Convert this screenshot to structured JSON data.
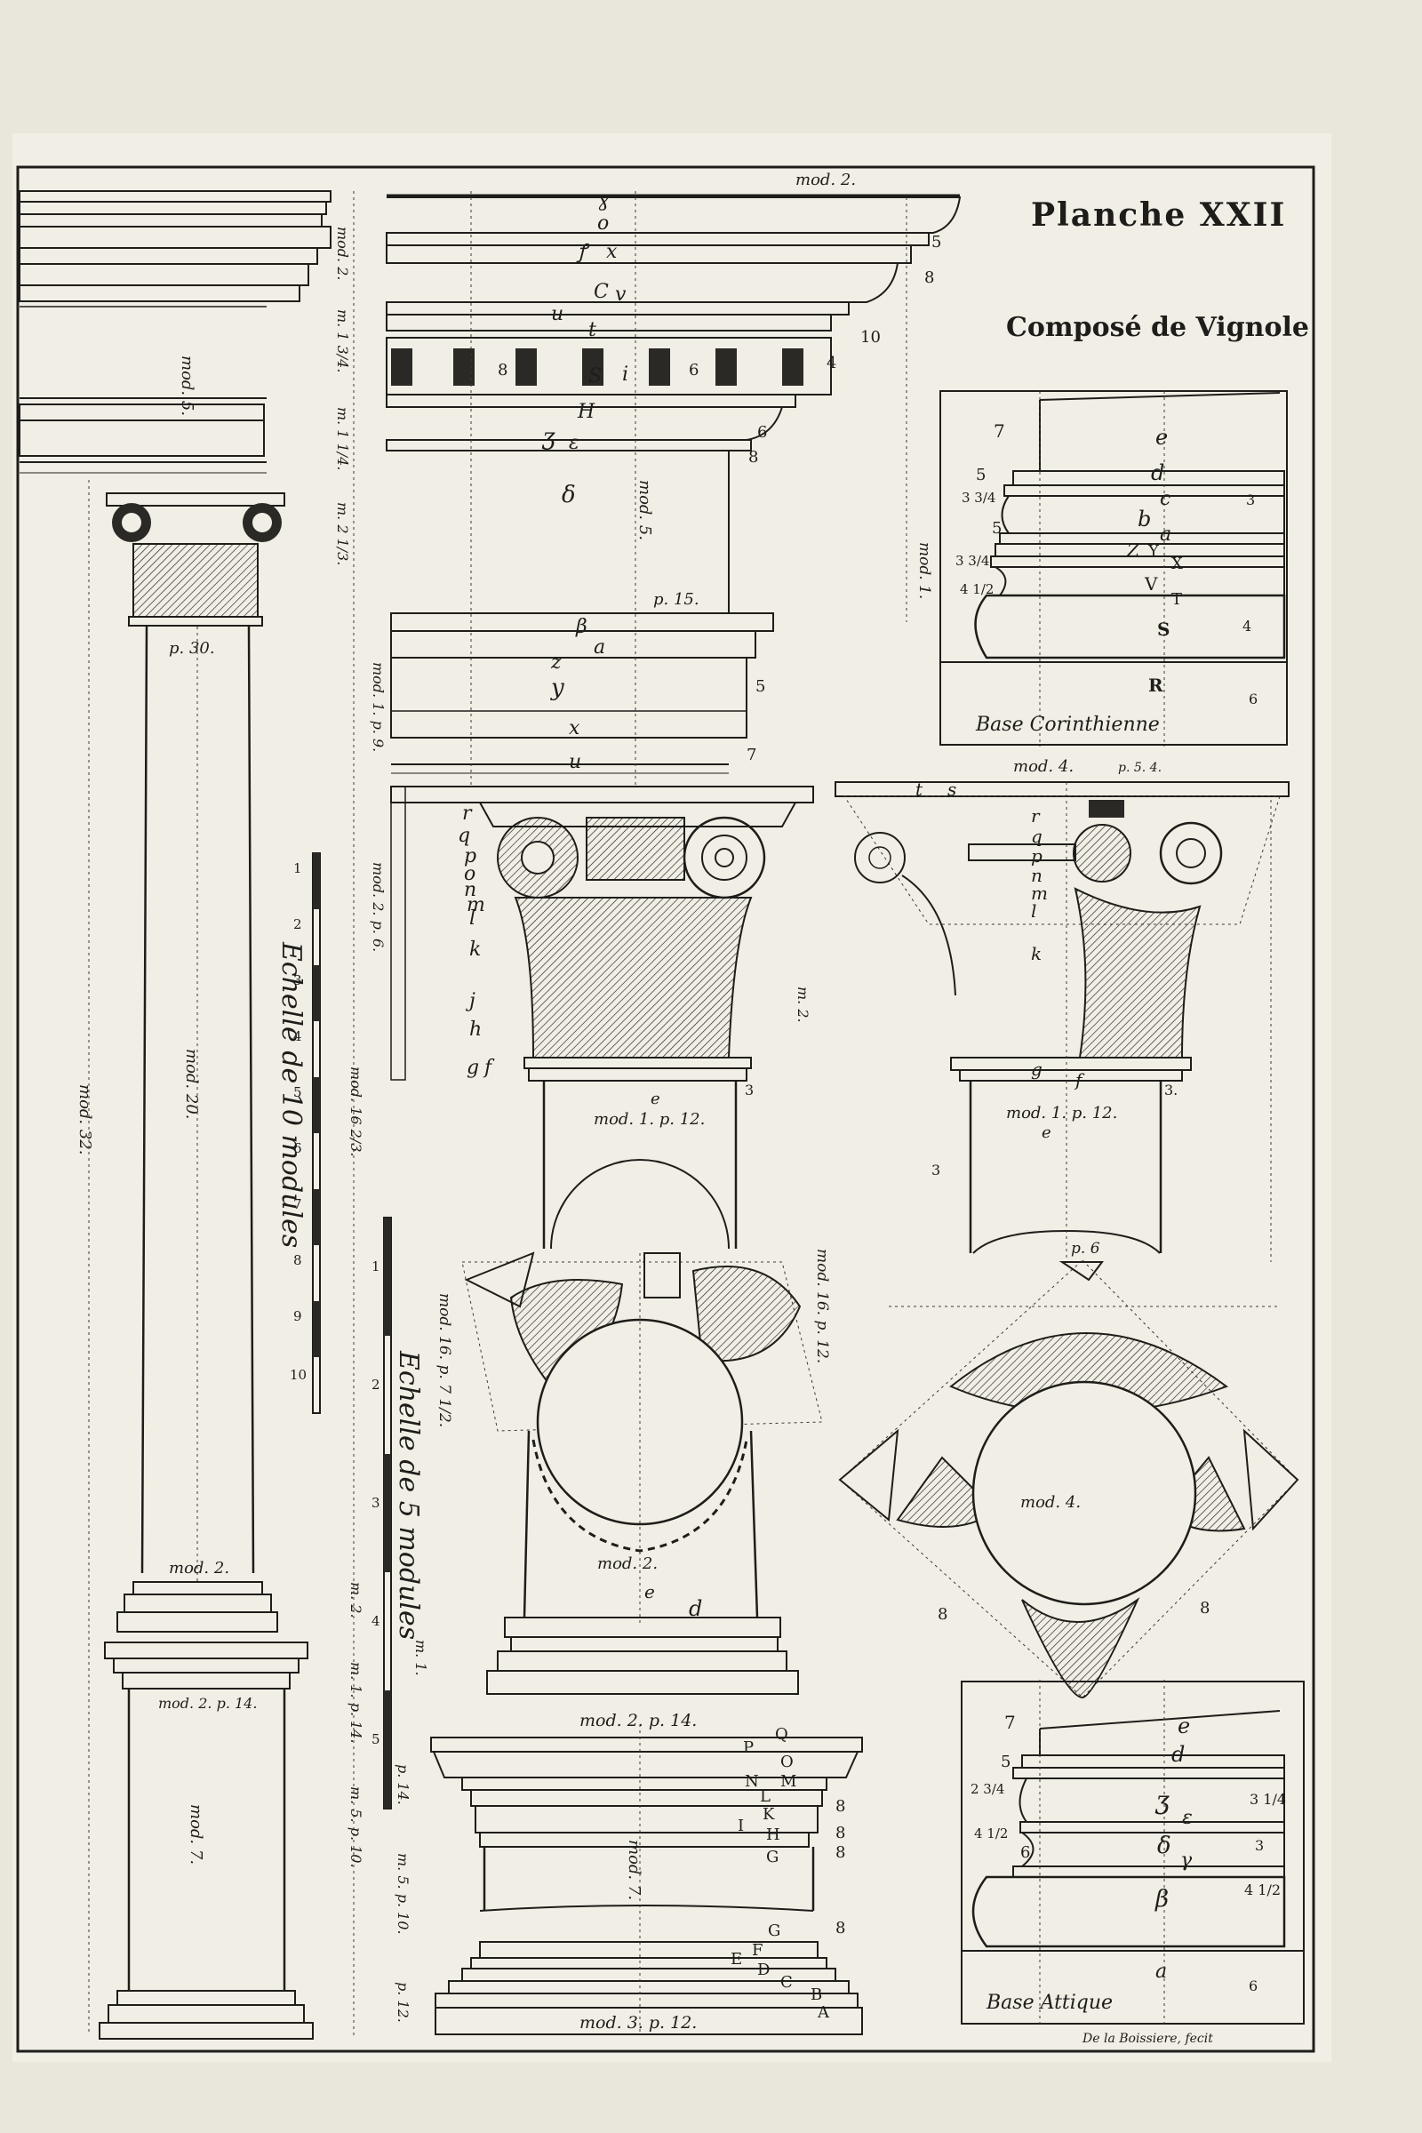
{
  "plate": {
    "title": "Planche XXII",
    "subtitle": "Composé de Vignole",
    "signature": "De la Boissiere, fecit"
  },
  "bases": {
    "corinthian": "Base Corinthienne",
    "attic": "Base Attique"
  },
  "scales": {
    "ten_modules": {
      "title": "Echelle de 10 modules",
      "ticks": [
        "1",
        "2",
        "3",
        "4",
        "5",
        "6",
        "7",
        "8",
        "9",
        "10"
      ]
    },
    "five_modules": {
      "title": "Echelle de 5 modules",
      "ticks": [
        "1",
        "2",
        "3",
        "4",
        "5"
      ]
    }
  },
  "column": {
    "entablature_height": "mod. 5.",
    "shaft_label": "mod. 20.",
    "total_label": "mod. 32.",
    "pedestal_label": "mod. 7.",
    "diameter_top": "p. 30.",
    "diameter_bottom": "mod. 2.",
    "plinth_label": "mod. 2. p. 14.",
    "side_dims": [
      "mod. 2.",
      "m. 1 3/4.",
      "m. 1 1/4.",
      "m. 2 1/3.",
      "mod. 1. p. 9.",
      "mod. 2. p. 6.",
      "mod. 16 2/3.",
      "m. 2.",
      "m. 1. p. 14.",
      "m. 5. p. 10."
    ]
  },
  "entablature": {
    "top_dim": "mod. 2.",
    "mid_dim": "mod. 5.",
    "frieze_dim": "p. 15.",
    "side_dim": "mod. 1. p. 9.",
    "letters": [
      "ɣ",
      "o",
      "ꝭ",
      "x",
      "C",
      "v",
      "u",
      "t",
      "S",
      "i",
      "H",
      "ʒ",
      "ε",
      "δ",
      "β",
      "a",
      "z",
      "y",
      "x",
      "u"
    ],
    "numbers": [
      "5",
      "8",
      "10",
      "4",
      "6",
      "8",
      "6",
      "8",
      "5",
      "7"
    ]
  },
  "capital_elevation": {
    "module_label": "mod. 1. p. 12.",
    "letters": [
      "r",
      "q",
      "p",
      "o",
      "n",
      "m",
      "l",
      "k",
      "j",
      "h",
      "g",
      "f",
      "e"
    ],
    "right_dim": "m. 2.",
    "bottom_mark": "3"
  },
  "capital_section": {
    "top_label": "mod. 4.",
    "top_small": "p. 5. 4.",
    "module_label": "mod. 1. p. 12.",
    "letters": [
      "t",
      "s",
      "r",
      "q",
      "p",
      "n",
      "m",
      "l",
      "k",
      "g",
      "f",
      "e"
    ],
    "right_marks": [
      "3.",
      "3"
    ]
  },
  "capital_plan": {
    "left_label": "mod. 16. p. 7 1/2.",
    "right_label": "mod. 16. p. 12.",
    "shaft_label": "mod. 2.",
    "marks": [
      "e",
      "d"
    ]
  },
  "abacus_plan": {
    "top_label": "p. 6",
    "center_label": "mod. 4.",
    "corner_marks": [
      "8",
      "8"
    ]
  },
  "pedestal": {
    "top_label": "mod. 2. p. 14.",
    "side_label": "mod. 7.",
    "bottom_label": "mod. 3. p. 12.",
    "left_dims": [
      "m. 1.",
      "p. 14.",
      "m. 5. p. 10.",
      "p. 12."
    ],
    "letters": [
      "Q",
      "P",
      "O",
      "N",
      "M",
      "L",
      "K",
      "I",
      "H",
      "G",
      "G",
      "F",
      "E",
      "D",
      "C",
      "B",
      "A"
    ],
    "right_numbers": [
      "8",
      "8",
      "8",
      "8"
    ]
  },
  "corinthian_base": {
    "left_label": "mod. 1.",
    "letters": [
      "e",
      "d",
      "c",
      "b",
      "a",
      "Z",
      "Y",
      "X",
      "V",
      "T",
      "S",
      "R"
    ],
    "numbers": [
      "7",
      "5",
      "3 3/4",
      "5",
      "3 3/4",
      "4 1/2",
      "3",
      "4",
      "6"
    ]
  },
  "attic_base": {
    "letters": [
      "e",
      "d",
      "ʒ",
      "ε",
      "δ",
      "γ",
      "β",
      "a"
    ],
    "numbers": [
      "7",
      "5",
      "2 3/4",
      "4 1/2",
      "6",
      "3 1/4",
      "3",
      "4 1/2",
      "6"
    ]
  },
  "colors": {
    "paper": "#e9e6dc",
    "ink": "#1e1d1a",
    "plate": "#f1eee5"
  }
}
